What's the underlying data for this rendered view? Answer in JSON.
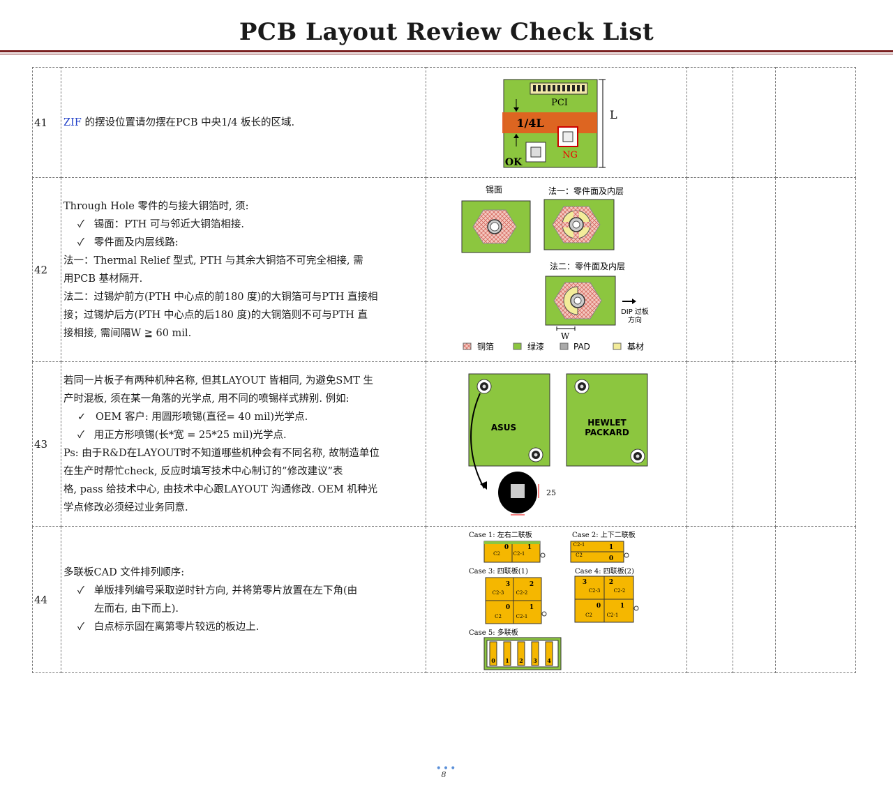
{
  "page": {
    "title": "PCB Layout Review Check List",
    "page_number": "8",
    "dots": "•••"
  },
  "rows": [
    {
      "num": "41",
      "desc": {
        "zif": "ZIF",
        "rest": " 的摆设位置请勿摆在PCB 中央1/4 板长的区域."
      },
      "figure": {
        "pci": "PCI",
        "quarter": "1/4L",
        "l": "L",
        "ok": "OK",
        "ng": "NG"
      }
    },
    {
      "num": "42",
      "lines": [
        "Through Hole 零件的与接大铜箔时, 须:",
        "锡面：PTH 可与邻近大铜箔相接.",
        "零件面及内层线路:",
        "法一：Thermal Relief 型式, PTH 与其余大铜箔不可完全相接, 需",
        "用PCB 基材隔开.",
        "法二：过锡炉前方(PTH 中心点的前180 度)的大铜箔可与PTH 直接相",
        "接；过锡炉后方(PTH 中心点的后180 度)的大铜箔则不可与PTH 直",
        "接相接, 需间隔W ≧ 60 mil."
      ],
      "figure": {
        "solder": "锡面",
        "method1": "法一：零件面及内层",
        "method2": "法二：零件面及内层",
        "dip1": "DIP 过板",
        "dip2": "方向",
        "w": "W",
        "legend": [
          "铜箔",
          "绿漆",
          "PAD",
          "基材"
        ]
      }
    },
    {
      "num": "43",
      "lines": [
        "若同一片板子有两种机种名称, 但其LAYOUT 皆相同, 为避免SMT 生",
        "产时混板, 须在某一角落的光学点, 用不同的喷锡样式辨别. 例如:",
        "OEM 客户: 用圆形喷锡(直径= 40 mil)光学点.",
        "用正方形喷锡(长*宽 = 25*25 mil)光学点.",
        "Ps: 由于R&D在LAYOUT时不知道哪些机种会有不同名称, 故制造单位",
        "在生产时帮忙check, 反应时填写技术中心制订的”修改建议”表",
        "格, pass 给技术中心, 由技术中心跟LAYOUT 沟通修改. OEM 机种光",
        "学点修改必须经过业务同意."
      ],
      "figure": {
        "asus": "ASUS",
        "hp1": "HEWLET",
        "hp2": "PACKARD",
        "dim": "25"
      }
    },
    {
      "num": "44",
      "lines": [
        "多联板CAD 文件排列顺序:",
        "单版排列编号采取逆时针方向, 并将第零片放置在左下角(由",
        "左而右, 由下而上).",
        "白点标示固在离第零片较远的板边上."
      ],
      "figure": {
        "case1": "Case 1: 左右二联板",
        "case2": "Case 2: 上下二联板",
        "case3": "Case 3: 四联板(1)",
        "case4": "Case 4: 四联板(2)",
        "case5": "Case 5: 多联板",
        "c2": "C2",
        "c21": "C2-1",
        "c22": "C2-2",
        "c23": "C2-3",
        "n0": "0",
        "n1": "1",
        "n2": "2",
        "n3": "3",
        "n4": "4"
      }
    }
  ],
  "check": "✓",
  "colors": {
    "board_green": "#8cc63f",
    "panel_yellow": "#f5b700",
    "rule": "#7a1f1f",
    "zif_blue": "#1f3fc8"
  }
}
